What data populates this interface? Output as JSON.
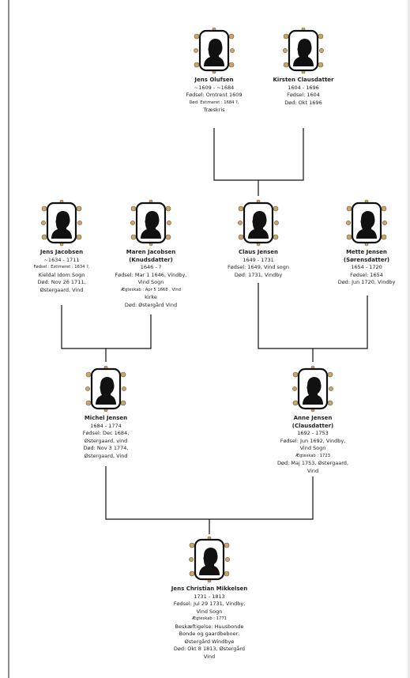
{
  "colors": {
    "frame": "#c9a66b",
    "frame_dark": "#6b5a3c",
    "silhouette": "#111111",
    "connector": "#111111",
    "left_rule": "#8a8a8a"
  },
  "icons": {
    "portrait": "silhouette-portrait-icon"
  },
  "persons": {
    "jens_olufsen": {
      "name": "Jens Olufsen",
      "dates": "~1609 - ~1684",
      "birth": "Fødsel: Omtrent 1609",
      "death": "Død: Estimeret : 1684 ?,",
      "place": "Træskris"
    },
    "kirsten_clausdatter": {
      "name": "Kirsten Clausdatter",
      "dates": "1604 - 1696",
      "birth": "Fødsel: 1604",
      "death": "Død: Okt 1696"
    },
    "jens_jacobsen": {
      "name": "Jens Jacobsen",
      "dates": "~1634 - 1711",
      "birth": "Fødsel : Estimeret : 1634 ?,",
      "birth_place": "Kieldal Idom Sogn",
      "death": "Død: Nov 26 1711,",
      "death_place": "Østergaard, Vind"
    },
    "maren_jacobsen": {
      "name": "Maren Jacobsen",
      "name2": "(Knudsdatter)",
      "dates": "1646 - ?",
      "birth": "Fødsel: Mar 1 1646, Vindby,",
      "birth_place": "Vind Sogn",
      "marriage": "Ægteskab : Apr 5 1668 , Vind",
      "marriage_place": "kirke",
      "death": "Død: Østergård Vind"
    },
    "claus_jensen": {
      "name": "Claus Jensen",
      "dates": "1649 - 1731",
      "birth": "Fødsel: 1649, Vind sogn",
      "death": "Død: 1731, Vindby"
    },
    "mette_jensen": {
      "name": "Mette Jensen",
      "name2": "(Sørensdatter)",
      "dates": "1654 - 1720",
      "birth": "Fødsel: 1654",
      "death": "Død: Jun 1720, Vindby"
    },
    "michel_jensen": {
      "name": "Michel Jensen",
      "dates": "1684 - 1774",
      "birth": "Fødsel: Dec 1684,",
      "birth_place": "Østergaard, vind",
      "death": "Død: Nov 3 1774,",
      "death_place": "Østergaard, Vind"
    },
    "anne_jensen": {
      "name": "Anne Jensen",
      "name2": "(Clausdatter)",
      "dates": "1692 - 1753",
      "birth": "Fødsel: Jun 1692, Vindby,",
      "birth_place": "Vind Sogn",
      "marriage": "Ægteskab : 1723",
      "death": "Død: Maj 1753, Østergaard,",
      "death_place": "Vind"
    },
    "jens_christian": {
      "name": "Jens Christian Mikkelsen",
      "dates": "1731 - 1813",
      "birth": "Fødsel: Jul 29 1731, Vindby,",
      "birth_place": "Vind Sogn",
      "marriage": "Ægteskab : 1771",
      "occupation": "Beskæftigelse: Huusbonde",
      "occupation2": "Bonde og gaardbeboer,",
      "occupation3": "Østergård Windbye",
      "death": "Død: Okt 8 1813, Østergård",
      "death_place": "Vind"
    }
  }
}
